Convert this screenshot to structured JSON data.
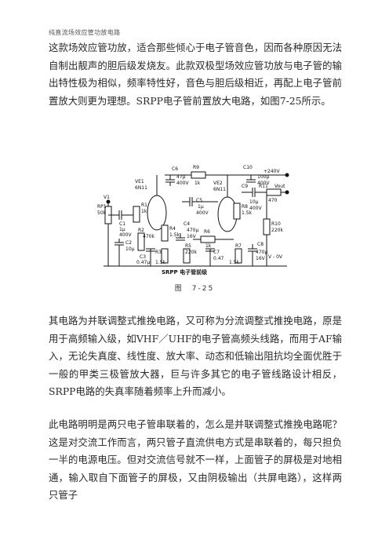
{
  "document": {
    "title": "纯直流场效应管功放电路",
    "paragraphs": [
      "这款场效应管功放，适合那些倾心于电子管音色，因而各种原因无法自制出靓声的胆后级发烧友。此款双极型场效应管功放与电子管的输出特性极为相似，频率特性好，音色与胆后级相近，再配上电子管前置放大则更为理想。SRPP电子管前置放大电路，如图7-25所示。",
      "其电路为并联调整式推挽电路，又可称为分流调整式推挽电路，原是用于高频输入级，如VHF／UHF的电子管高频头线路，而用于AF输入，无论失真度、线性度、放大率、动态和低输出阻抗均全面优胜于一般的甲类三极管放大器，巨与许多其它的电子管线路设计相反，SRPP电路的失真率随着频率上升而减小。",
      "此电路明明是两只电子管串联着的，怎么是并联调整式推挽电路呢？这是对交流工作而言，两只管子直流供电方式是串联着的，每只担负一半的电源电压。但对交流信号就不一样，上面管子的屏极是对地相通，输入取自下面管子的屏极，又由阴极输出（共屏电路），这样两只管子"
    ],
    "figure": {
      "caption": "图　7-25",
      "schematic_title": "SRPP 电子管前级",
      "labels": {
        "v1": "V1",
        "rp1": "RP1",
        "rp1_val": "50k",
        "c1": "C1",
        "c1_val": "1μ",
        "c1_v": "400V",
        "c2": "C2",
        "c2_val": "10μ",
        "r1": "R1",
        "r1_val": "1k",
        "ve1": "VE1",
        "ve1_type": "6N11",
        "r2": "R2",
        "r2_val": "470k",
        "c3": "C3",
        "c3_val": "0.47μ",
        "r3": "R3",
        "r3_val": "1.5k",
        "r4": "R4",
        "r4_val": "1.5k",
        "c4": "C4",
        "c4_val": "470μ",
        "c4_v": "16V",
        "c5": "C5",
        "c5_val": "1μ",
        "c5_v": "400V",
        "c6": "C6",
        "c6_val": "47μ",
        "c6_v": "400V",
        "r9": "R9",
        "r9_val": "1k",
        "r5": "R5",
        "r5_val": "220k",
        "ve2": "VE2",
        "ve2_type": "6N11",
        "r6": "R6",
        "r6_val": "1k",
        "c7": "C7",
        "c7_val": "0.47",
        "r7": "R7",
        "r7_val": "1.5k",
        "r8": "R8",
        "r8_val": "1.5k",
        "c8": "C8",
        "c8_val": "470μ",
        "c8_v": "16V",
        "c9": "C9",
        "c9_val": "10μ",
        "c9_v": "400V",
        "c10": "C10",
        "c10_val": "100μ",
        "c10_v": "400V",
        "r10": "R10",
        "r10_val": "220k",
        "r11": "R11",
        "r11_val": "470",
        "vout": "Vout",
        "vplus": "+240V",
        "vzero": "V - 0V"
      }
    }
  }
}
